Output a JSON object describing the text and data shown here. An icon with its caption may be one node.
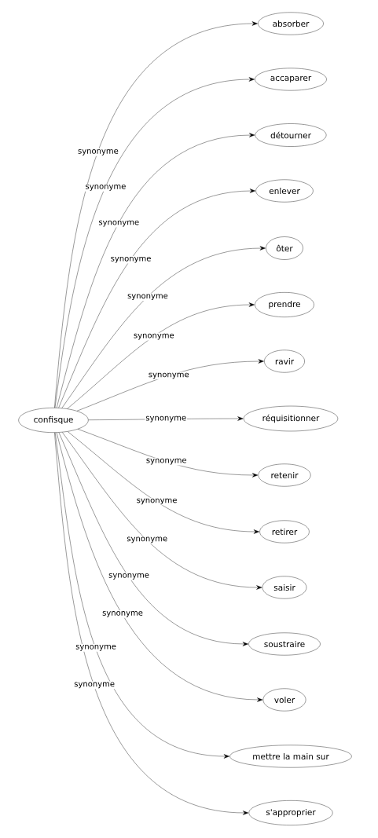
{
  "diagram": {
    "nodes": [
      {
        "text": [
          "confisque"
        ]
      },
      {
        "text": [
          "absorber"
        ]
      },
      {
        "text": [
          "accaparer"
        ]
      },
      {
        "text": [
          "détourner"
        ]
      },
      {
        "text": [
          "enlever"
        ]
      },
      {
        "text": [
          "ôter"
        ]
      },
      {
        "text": [
          "prendre"
        ]
      },
      {
        "text": [
          "ravir"
        ]
      },
      {
        "text": [
          "réquisitionner"
        ]
      },
      {
        "text": [
          "retenir"
        ]
      },
      {
        "text": [
          "retirer"
        ]
      },
      {
        "text": [
          "saisir"
        ]
      },
      {
        "text": [
          "soustraire"
        ]
      },
      {
        "text": [
          "voler"
        ]
      },
      {
        "text": [
          "mettre la main sur"
        ]
      },
      {
        "text": [
          "s'approprier"
        ]
      }
    ],
    "edges": [
      {
        "from": 0,
        "to": 1,
        "arrow": "to",
        "label": "synonyme"
      },
      {
        "from": 0,
        "to": 2,
        "arrow": "to",
        "label": "synonyme"
      },
      {
        "from": 0,
        "to": 3,
        "arrow": "to",
        "label": "synonyme"
      },
      {
        "from": 0,
        "to": 4,
        "arrow": "to",
        "label": "synonyme"
      },
      {
        "from": 0,
        "to": 5,
        "arrow": "to",
        "label": "synonyme"
      },
      {
        "from": 0,
        "to": 6,
        "arrow": "to",
        "label": "synonyme"
      },
      {
        "from": 0,
        "to": 7,
        "arrow": "to",
        "label": "synonyme"
      },
      {
        "from": 0,
        "to": 8,
        "arrow": "to",
        "label": "synonyme"
      },
      {
        "from": 0,
        "to": 9,
        "arrow": "to",
        "label": "synonyme"
      },
      {
        "from": 0,
        "to": 10,
        "arrow": "to",
        "label": "synonyme"
      },
      {
        "from": 0,
        "to": 11,
        "arrow": "to",
        "label": "synonyme"
      },
      {
        "from": 0,
        "to": 12,
        "arrow": "to",
        "label": "synonyme"
      },
      {
        "from": 0,
        "to": 13,
        "arrow": "to",
        "label": "synonyme"
      },
      {
        "from": 0,
        "to": 14,
        "arrow": "to",
        "label": "synonyme"
      },
      {
        "from": 0,
        "to": 15,
        "arrow": "to",
        "label": "synonyme"
      }
    ]
  }
}
